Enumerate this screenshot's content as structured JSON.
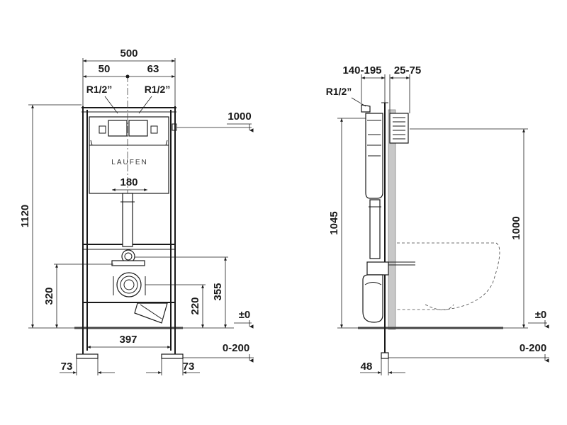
{
  "brand_label": "LAUFEN",
  "front_view": {
    "width_total": "500",
    "offset_left": "50",
    "offset_right": "63",
    "connector_left": "R1/2”",
    "connector_right": "R1/2”",
    "height_total": "1120",
    "height_reference": "1000",
    "pipe_spacing": "180",
    "height_320": "320",
    "height_355": "355",
    "height_220": "220",
    "zero_level": "±0",
    "feet_range": "0-200",
    "feet_spacing": "397",
    "foot_left": "73",
    "foot_right": "73"
  },
  "side_view": {
    "depth_range": "140-195",
    "wall_offset": "25-75",
    "connector": "R1/2”",
    "height_1045": "1045",
    "height_1000": "1000",
    "zero_level": "±0",
    "feet_range": "0-200",
    "foot_depth": "48"
  }
}
